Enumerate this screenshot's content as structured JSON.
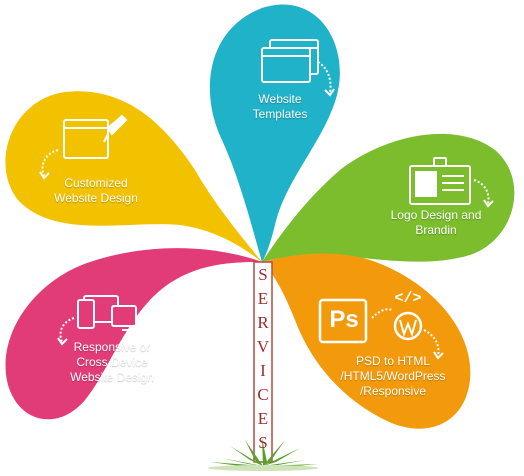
{
  "colors": {
    "teal": "#1fb2c9",
    "yellow": "#f2c200",
    "green": "#7bbd2d",
    "pink": "#e23c78",
    "orange": "#f29a0c",
    "stem_text": "#9b2d2d",
    "stem_border": "#b84a3a"
  },
  "petals": {
    "templates": {
      "label": "Website\nTemplates",
      "icon": "browser-windows-icon"
    },
    "custom": {
      "label": "Customized\nWebsite Design",
      "icon": "browser-brush-icon"
    },
    "logo": {
      "label": "Logo Design and\nBrandin",
      "icon": "id-card-icon"
    },
    "responsive": {
      "label": "Responsive or\nCross Device\nWebsite Design",
      "icon": "devices-icon"
    },
    "psd": {
      "label": "PSD to HTML\n/HTML5/WordPress\n/Responsive",
      "icon": "photoshop-wordpress-code-icon",
      "ps_text": "Ps",
      "code_text": "</>"
    }
  },
  "stem": {
    "letters": [
      "S",
      "E",
      "R",
      "V",
      "I",
      "C",
      "E",
      "S"
    ]
  }
}
